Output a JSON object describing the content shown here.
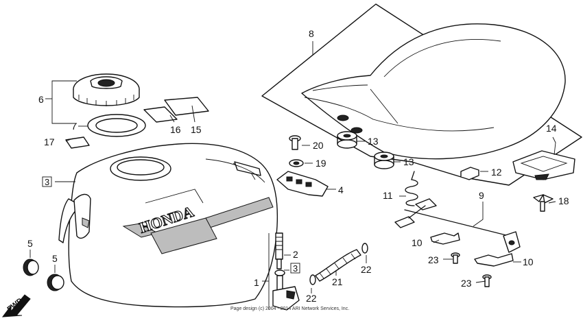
{
  "callouts": {
    "p1": "1",
    "p2": "2",
    "p3a": "3",
    "p3b": "3",
    "p4": "4",
    "p5a": "5",
    "p5b": "5",
    "p6": "6",
    "p7": "7",
    "p8": "8",
    "p9": "9",
    "p10a": "10",
    "p10b": "10",
    "p11": "11",
    "p12": "12",
    "p13a": "13",
    "p13b": "13",
    "p14": "14",
    "p15": "15",
    "p16": "16",
    "p17": "17",
    "p18": "18",
    "p19": "19",
    "p20": "20",
    "p21": "21",
    "p22a": "22",
    "p22b": "22",
    "p23a": "23",
    "p23b": "23"
  },
  "tank_brand": "HONDA",
  "direction_label": "FWD",
  "copyright": "Page design (c) 2004 - 2014 ARI Network Services, Inc."
}
